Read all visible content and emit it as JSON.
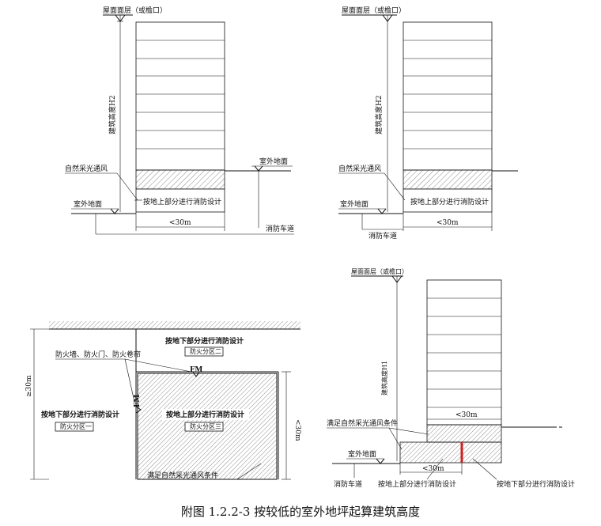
{
  "caption": "附图 1.2.2-3 按较低的室外地坪起算建筑高度",
  "colors": {
    "line": "#111111",
    "accent": "#cc2222",
    "hatch": "#555555"
  },
  "diagram_a": {
    "roof_label": "屋面面层（或檐口）",
    "height_label": "建筑高度H2",
    "natural_light_label": "自然采光通风",
    "outdoor_high_label": "室外地面",
    "outdoor_low_label": "室外地面",
    "above_ground_label": "按地上部分进行消防设计",
    "width_label": "<30m",
    "fire_road_label": "消防车道"
  },
  "diagram_b": {
    "roof_label": "屋面面层（或檐口）",
    "height_label": "建筑高度H2",
    "natural_light_label": "自然采光通风",
    "outdoor_low_label": "室外地面",
    "above_ground_label": "按地上部分进行消防设计",
    "width_label": "<30m",
    "fire_road_label": "消防车道"
  },
  "diagram_c": {
    "zone2_title": "按地下部分进行消防设计",
    "zone2_tag": "防火分区二",
    "wall_label": "防火墙、防火门、防火卷帘",
    "fm_label": "FM",
    "zone1_title": "按地下部分进行消防设计",
    "zone1_tag": "防火分区一",
    "zone3_title": "按地上部分进行消防设计",
    "zone3_tag": "防火分区三",
    "left_dim": "≥30m",
    "right_dim": "<30m",
    "bottom_label": "满足自然采光通风条件"
  },
  "diagram_d": {
    "roof_label": "屋面面层（或檐口）",
    "height_label": "建筑高度H1",
    "natural_cond_label": "满足自然采光通风条件",
    "width_top": "<30m",
    "outdoor_label": "室外地面",
    "width_bottom": "<30m",
    "fire_road_label": "消防车道",
    "above_ground_label": "按地上部分进行消防设计",
    "below_ground_label": "按地下部分进行消防设计"
  }
}
